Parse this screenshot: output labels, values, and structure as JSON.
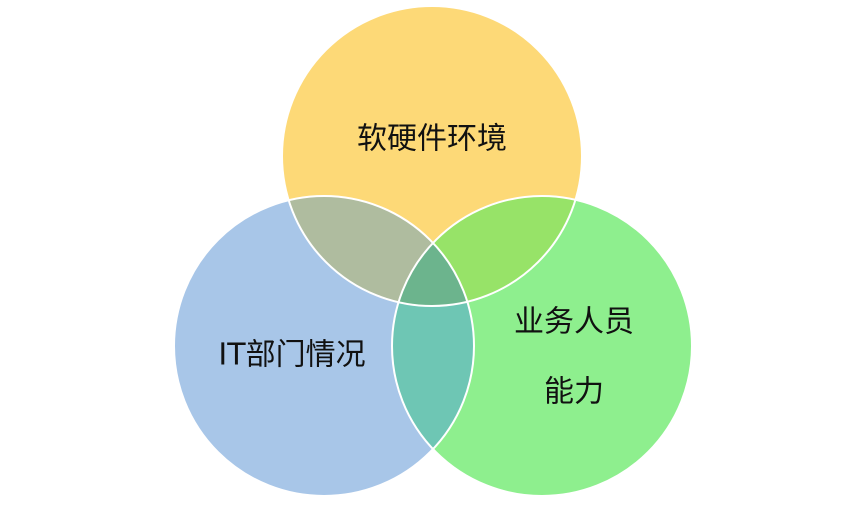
{
  "diagram": {
    "type": "venn",
    "sets": [
      {
        "id": "top",
        "lines": [
          "软硬件环境"
        ],
        "color": "#fdd977"
      },
      {
        "id": "left",
        "lines": [
          "IT部门情况"
        ],
        "color": "#a8c6e8"
      },
      {
        "id": "right",
        "lines": [
          "业务人员",
          "能力"
        ],
        "color": "#8eef8e"
      }
    ],
    "overlap_colors": {
      "top_left": "#afbc9f",
      "top_right": "#97e368",
      "left_right": "#6ec6b4",
      "center": "#6cb48d"
    }
  }
}
